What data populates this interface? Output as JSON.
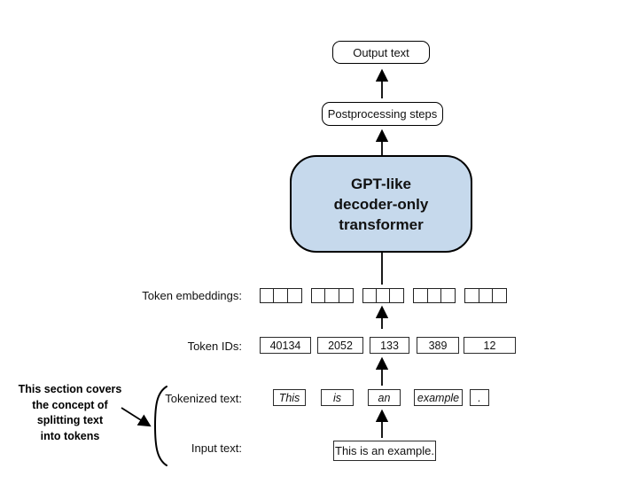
{
  "flow": {
    "output_label": "Output text",
    "postprocessing_label": "Postprocessing steps",
    "transformer": {
      "line1": "GPT-like",
      "line2": "decoder-only",
      "line3": "transformer"
    }
  },
  "row_labels": {
    "embeddings": "Token embeddings:",
    "ids": "Token IDs:",
    "tokenized": "Tokenized text:",
    "input": "Input text:"
  },
  "embeddings": {
    "groups": 5,
    "squares_per_group": 3
  },
  "token_ids": [
    "40134",
    "2052",
    "133",
    "389",
    "12"
  ],
  "tokens": [
    "This",
    "is",
    "an",
    "example",
    "."
  ],
  "input_text": "This is an example.",
  "annotation": {
    "line1": "This section covers",
    "line2": "the concept of",
    "line3": "splitting text",
    "line4": "into tokens"
  },
  "colors": {
    "transformer_fill": "#c6d9ec",
    "stroke": "#000000"
  }
}
